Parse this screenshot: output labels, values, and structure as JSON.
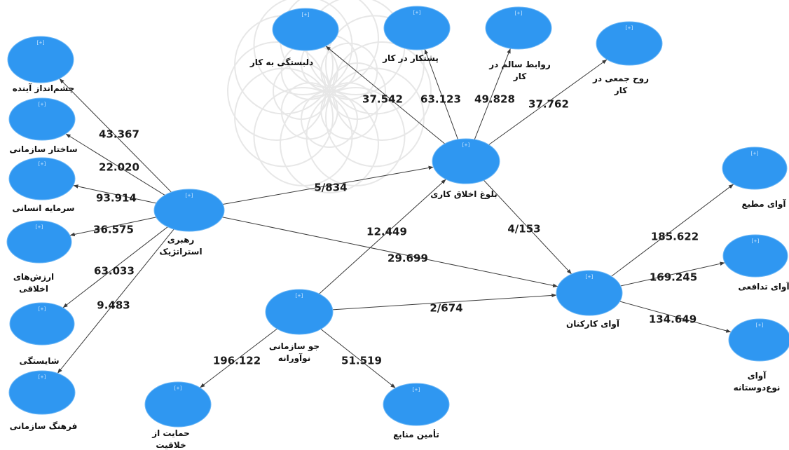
{
  "colors": {
    "node": "#2f97f1",
    "edge": "#3a3a3a",
    "watermark": "#d8d8d8"
  },
  "node_marker": "[+]",
  "nodes": {
    "vision": {
      "label": [
        "چشم‌انداز آینده"
      ]
    },
    "structure": {
      "label": [
        "ساختار سازمانی"
      ]
    },
    "human": {
      "label": [
        "سرمایه انسانی"
      ]
    },
    "values": {
      "label": [
        "ارزش‌های",
        "اخلاقی"
      ]
    },
    "merit": {
      "label": [
        "شایستگی"
      ]
    },
    "culture": {
      "label": [
        "فرهنگ سازمانی"
      ]
    },
    "leadership": {
      "label": [
        "رهبری",
        "استراتژیک"
      ]
    },
    "interest": {
      "label": [
        "دلبستگی به کار"
      ]
    },
    "diligence": {
      "label": [
        "پشتکار در کار"
      ]
    },
    "relations": {
      "label": [
        "روابط سالم در",
        "کار"
      ]
    },
    "collective": {
      "label": [
        "روح جمعی در",
        "کار"
      ]
    },
    "ethics": {
      "label": [
        "بلوغ اخلاق کاری"
      ]
    },
    "climate": {
      "label": [
        "جو سازمانی",
        "نوآورانه"
      ]
    },
    "creativity": {
      "label": [
        "حمایت از",
        "خلاقیت"
      ]
    },
    "resources": {
      "label": [
        "تأمین منابع"
      ]
    },
    "voice": {
      "label": [
        "آوای کارکنان"
      ]
    },
    "obedient": {
      "label": [
        "آوای مطیع"
      ]
    },
    "defensive": {
      "label": [
        "آوای تدافعی"
      ]
    },
    "prosocial": {
      "label": [
        "آوای",
        "نوع‌دوستانه"
      ]
    }
  },
  "edges": [
    {
      "from": "leadership",
      "to": "vision",
      "value": "43.367"
    },
    {
      "from": "leadership",
      "to": "structure",
      "value": "22.020"
    },
    {
      "from": "leadership",
      "to": "human",
      "value": "93.914"
    },
    {
      "from": "leadership",
      "to": "values",
      "value": "36.575"
    },
    {
      "from": "leadership",
      "to": "merit",
      "value": "63.033"
    },
    {
      "from": "leadership",
      "to": "culture",
      "value": "9.483"
    },
    {
      "from": "leadership",
      "to": "ethics",
      "value": "5/834"
    },
    {
      "from": "leadership",
      "to": "voice",
      "value": "29.699"
    },
    {
      "from": "ethics",
      "to": "interest",
      "value": "37.542"
    },
    {
      "from": "ethics",
      "to": "diligence",
      "value": "63.123"
    },
    {
      "from": "ethics",
      "to": "relations",
      "value": "49.828"
    },
    {
      "from": "ethics",
      "to": "collective",
      "value": "37.762"
    },
    {
      "from": "ethics",
      "to": "voice",
      "value": "4/153"
    },
    {
      "from": "climate",
      "to": "ethics",
      "value": "12.449"
    },
    {
      "from": "climate",
      "to": "voice",
      "value": "2/674"
    },
    {
      "from": "climate",
      "to": "creativity",
      "value": "196.122"
    },
    {
      "from": "climate",
      "to": "resources",
      "value": "51.519"
    },
    {
      "from": "voice",
      "to": "obedient",
      "value": "185.622"
    },
    {
      "from": "voice",
      "to": "defensive",
      "value": "169.245"
    },
    {
      "from": "voice",
      "to": "prosocial",
      "value": "134.649"
    }
  ]
}
